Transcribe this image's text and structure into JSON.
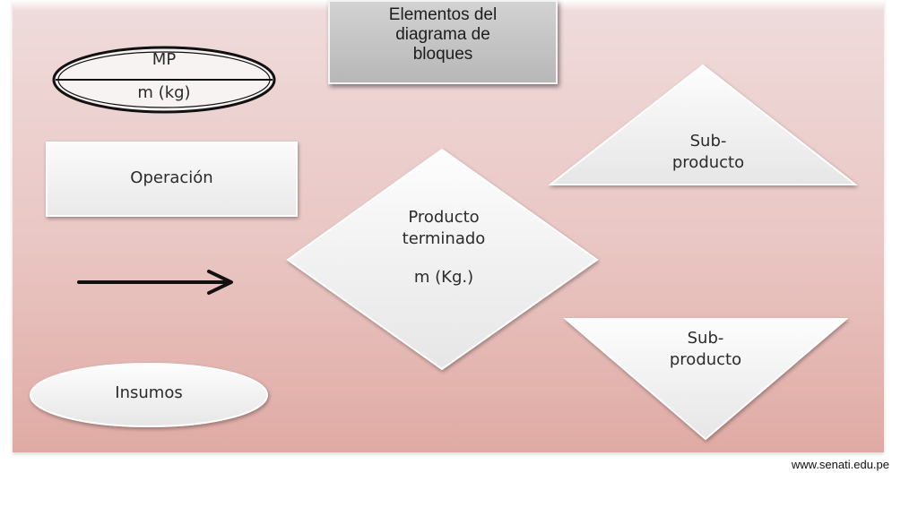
{
  "title": {
    "lines": [
      "Elementos del",
      "diagrama de",
      "bloques"
    ]
  },
  "elements": {
    "materia_prima": {
      "top": "MP",
      "bottom": "m (kg)"
    },
    "operacion": {
      "label": "Operación"
    },
    "insumos": {
      "label": "Insumos"
    },
    "producto_terminado": {
      "line1": "Producto",
      "line2": "terminado",
      "line3": "m (Kg.)"
    },
    "subproducto_up": {
      "line1": "Sub-",
      "line2": "producto"
    },
    "subproducto_down": {
      "line1": "Sub-",
      "line2": "producto"
    }
  },
  "footer": {
    "url": "www.senati.edu.pe"
  },
  "colors": {
    "panel_top": "#efdcdc",
    "panel_bottom": "#e0aaa4",
    "shape_fill": "#f4f4f4",
    "title_fill": "#bdbdbd",
    "arrow": "#111111"
  }
}
